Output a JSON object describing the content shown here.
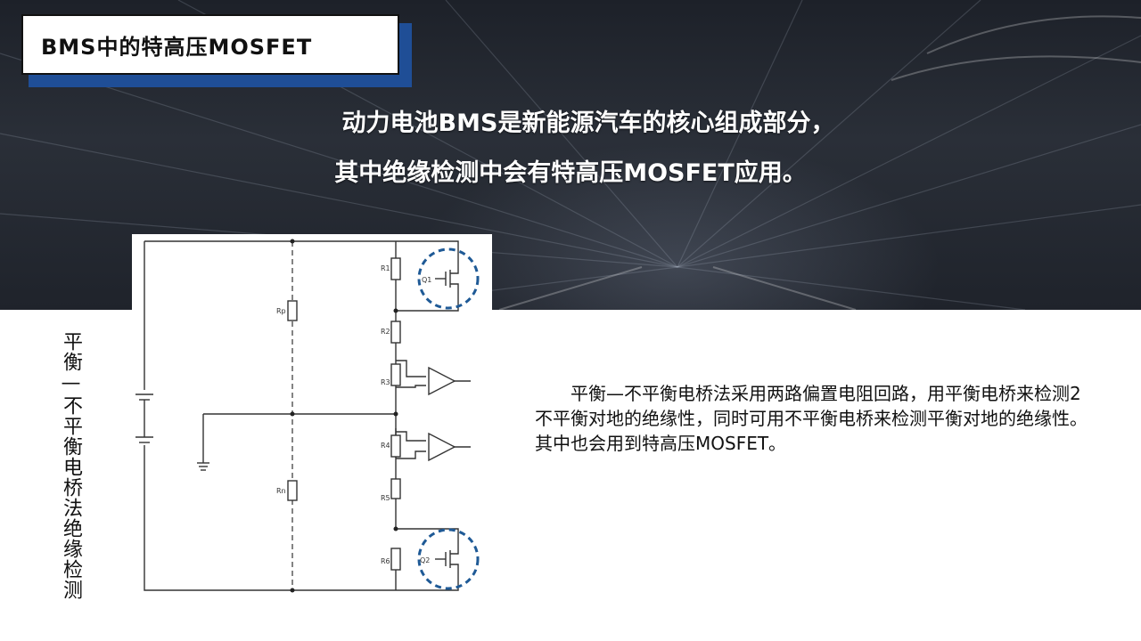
{
  "header": {
    "title": "BMS中的特高压MOSFET",
    "subtitle_line1": "动力电池BMS是新能源汽车的核心组成部分，",
    "subtitle_line2": "其中绝缘检测中会有特高压MOSFET应用。"
  },
  "side_label": "平衡—不平衡电桥法绝缘检测",
  "diagram": {
    "labels": {
      "r1": "R1",
      "r2": "R2",
      "r3": "R3",
      "r4": "R4",
      "r5": "R5",
      "r6": "R6",
      "rp": "Rp",
      "rn": "Rn",
      "q1": "Q1",
      "q2": "Q2"
    }
  },
  "description": "平衡—不平衡电桥法采用两路偏置电阻回路，用平衡电桥来检测2不平衡对地的绝缘性，同时可用不平衡电桥来检测平衡对地的绝缘性。其中也会用到特高压MOSFET。",
  "colors": {
    "accent": "#1f4e96",
    "highlight_circle": "#1f5a96"
  }
}
